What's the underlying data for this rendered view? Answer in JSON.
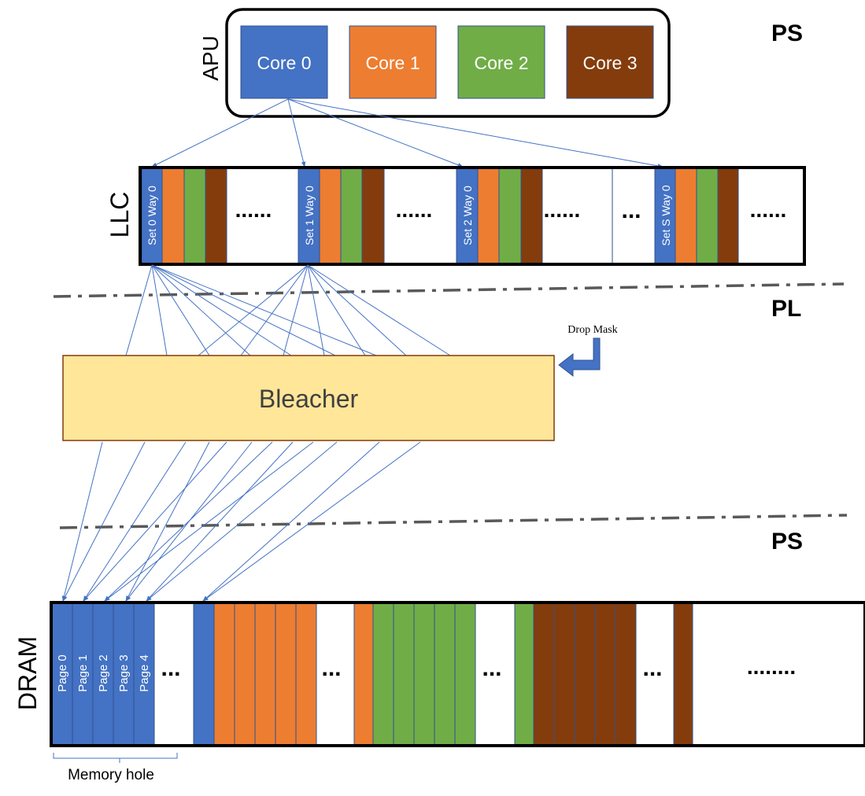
{
  "regions": {
    "ps_top": "PS",
    "pl": "PL",
    "ps_bottom": "PS"
  },
  "apu": {
    "label": "APU",
    "cores": [
      {
        "label": "Core 0",
        "color": "#4472C4"
      },
      {
        "label": "Core 1",
        "color": "#ED7D31"
      },
      {
        "label": "Core 2",
        "color": "#70AD47"
      },
      {
        "label": "Core 3",
        "color": "#843C0C"
      }
    ]
  },
  "llc": {
    "label": "LLC",
    "sets": [
      "Set 0 Way 0",
      "Set 1 Way 0",
      "Set 2 Way 0",
      "Set S Way 0"
    ],
    "ellipsis_main": "......",
    "ellipsis_small": "..."
  },
  "bleacher": {
    "label": "Bleacher",
    "fill": "#FFE699",
    "border": "#843C0C",
    "drop_mask_label": "Drop Mask"
  },
  "dram": {
    "label": "DRAM",
    "pages": [
      "Page 0",
      "Page 1",
      "Page 2",
      "Page 3",
      "Page 4"
    ],
    "ellipsis_small": "...",
    "ellipsis_main": "........",
    "memory_hole_label": "Memory hole"
  },
  "colors": {
    "core0": "#4472C4",
    "core1": "#ED7D31",
    "core2": "#70AD47",
    "core3": "#843C0C",
    "arrow": "#4472C4",
    "divider": "#595959"
  }
}
